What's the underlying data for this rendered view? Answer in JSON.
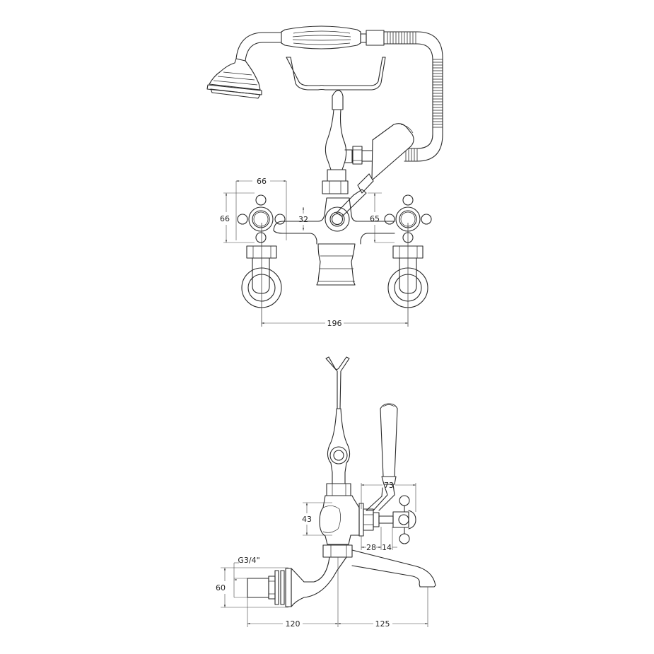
{
  "drawing": {
    "subject": "Bath shower mixer with handset and cradle",
    "views": [
      {
        "name": "front-view",
        "dimensions": {
          "handle_width": "66",
          "handle_height": "66",
          "body_height": "32",
          "lever_offset": "65",
          "inlet_centres": "196"
        }
      },
      {
        "name": "side-view",
        "dimensions": {
          "lever_projection": "73",
          "body_height": "43",
          "spacer": "28",
          "handle_stem": "14",
          "thread": "G3/4\"",
          "backplate": "60",
          "wall_to_centre": "120",
          "spout_reach": "125"
        }
      }
    ]
  },
  "colors": {
    "line": "#2a2a2a",
    "background": "#ffffff"
  }
}
